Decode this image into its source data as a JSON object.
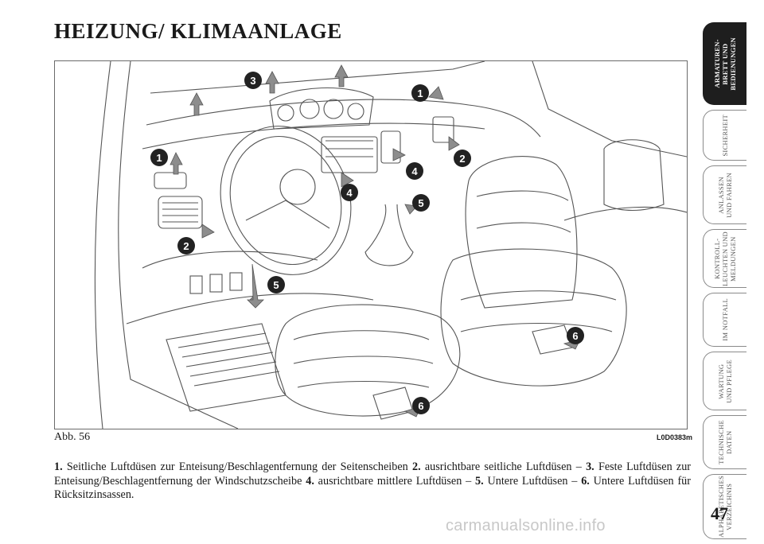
{
  "title": "HEIZUNG/ KLIMAANLAGE",
  "figure": {
    "label": "Abb. 56",
    "code": "L0D0383m",
    "callouts": [
      "1",
      "1",
      "2",
      "2",
      "3",
      "4",
      "4",
      "5",
      "5",
      "6",
      "6"
    ]
  },
  "caption": {
    "items": [
      {
        "num": "1.",
        "text": " Seitliche Luftdüsen zur Enteisung/Beschlagentfernung der Seitenscheiben "
      },
      {
        "num": "2.",
        "text": " ausrichtbare seitliche Luftdüsen – "
      },
      {
        "num": "3.",
        "text": " Feste Luftdüsen zur Enteisung/Beschlagentfernung der Windschutzscheibe "
      },
      {
        "num": "4.",
        "text": " ausrichtbare mittlere Luftdüsen – "
      },
      {
        "num": "5.",
        "text": " Untere Luftdüsen – "
      },
      {
        "num": "6.",
        "text": " Untere Luftdüsen für Rücksitzinsassen."
      }
    ]
  },
  "tabs": [
    {
      "label": "ARMATUREN-\nBRETT UND\nBEDIENUNGEN",
      "active": true
    },
    {
      "label": "SICHERHEIT",
      "active": false
    },
    {
      "label": "ANLASSEN\nUND FAHREN",
      "active": false
    },
    {
      "label": "KONTROLL-\nLEUCHTEN UND\nMELDUNGEN",
      "active": false
    },
    {
      "label": "IM NOTFALL",
      "active": false
    },
    {
      "label": "WARTUNG\nUND PFLEGE",
      "active": false
    },
    {
      "label": "TECHNISCHE\nDATEN",
      "active": false
    },
    {
      "label": "ALPHABETISCHES\nVERZEICHNIS",
      "active": false
    }
  ],
  "page_number": "47",
  "watermark": "carmanualsonline.info"
}
